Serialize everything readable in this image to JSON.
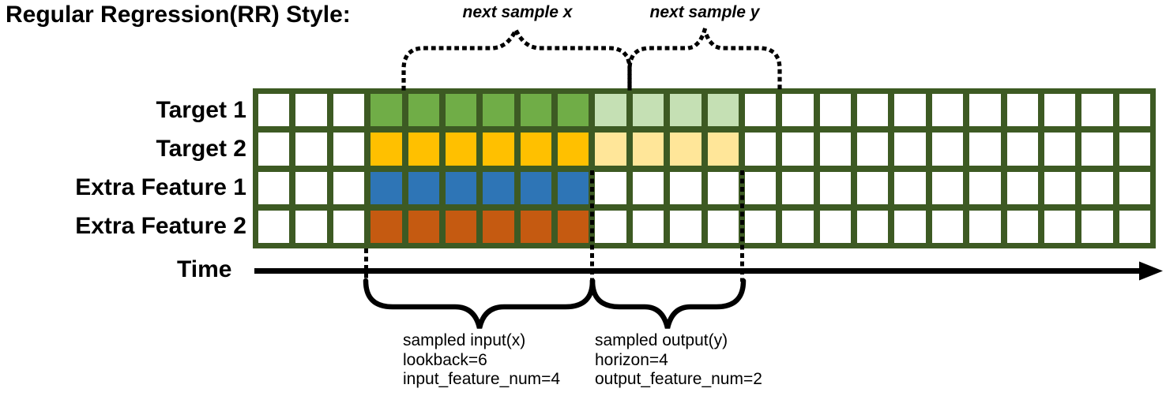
{
  "title": "Regular Regression(RR) Style:",
  "annotations": {
    "next_sample_x": "next sample x",
    "next_sample_y": "next sample y"
  },
  "grid": {
    "columns": 24,
    "empty_before": 3,
    "lookback": 6,
    "horizon": 4,
    "border_color": "#3D5A23",
    "empty_cell_color": "#FFFFFF",
    "rows": [
      {
        "label": "Target 1",
        "input_color": "#70AD47",
        "output_color": "#C5E0B4"
      },
      {
        "label": "Target 2",
        "input_color": "#FFC000",
        "output_color": "#FFE699"
      },
      {
        "label": "Extra Feature 1",
        "input_color": "#2E75B6",
        "output_color": ""
      },
      {
        "label": "Extra Feature 2",
        "input_color": "#C55A11",
        "output_color": ""
      }
    ]
  },
  "time_axis": {
    "label": "Time"
  },
  "notes": {
    "input": [
      "sampled input(x)",
      "lookback=6",
      "input_feature_num=4"
    ],
    "output": [
      "sampled output(y)",
      "horizon=4",
      "output_feature_num=2"
    ]
  }
}
